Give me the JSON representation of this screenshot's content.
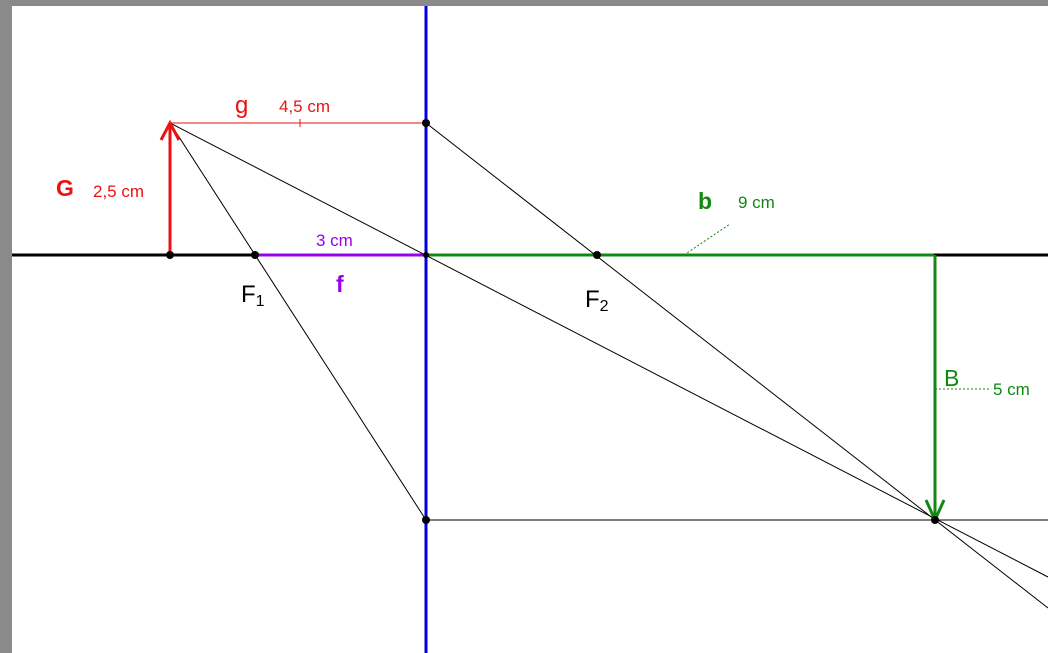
{
  "diagram": {
    "labels": {
      "object_symbol": "G",
      "object_size": "2,5 cm",
      "object_distance_symbol": "g",
      "object_distance_value": "4,5 cm",
      "focal_symbol": "f",
      "focal_value": "3 cm",
      "focus_left_main": "F",
      "focus_left_sub": "1",
      "focus_right_main": "F",
      "focus_right_sub": "2",
      "image_distance_symbol": "b",
      "image_distance_value": "9 cm",
      "image_symbol": "B",
      "image_size": "5 cm"
    },
    "colors": {
      "object": "#ee1111",
      "focal": "#9900ee",
      "image": "#118811",
      "lens": "#0000dd",
      "axis": "#000000",
      "rays": "#000000",
      "frame": "#8a8a8a",
      "background": "#ffffff"
    }
  }
}
